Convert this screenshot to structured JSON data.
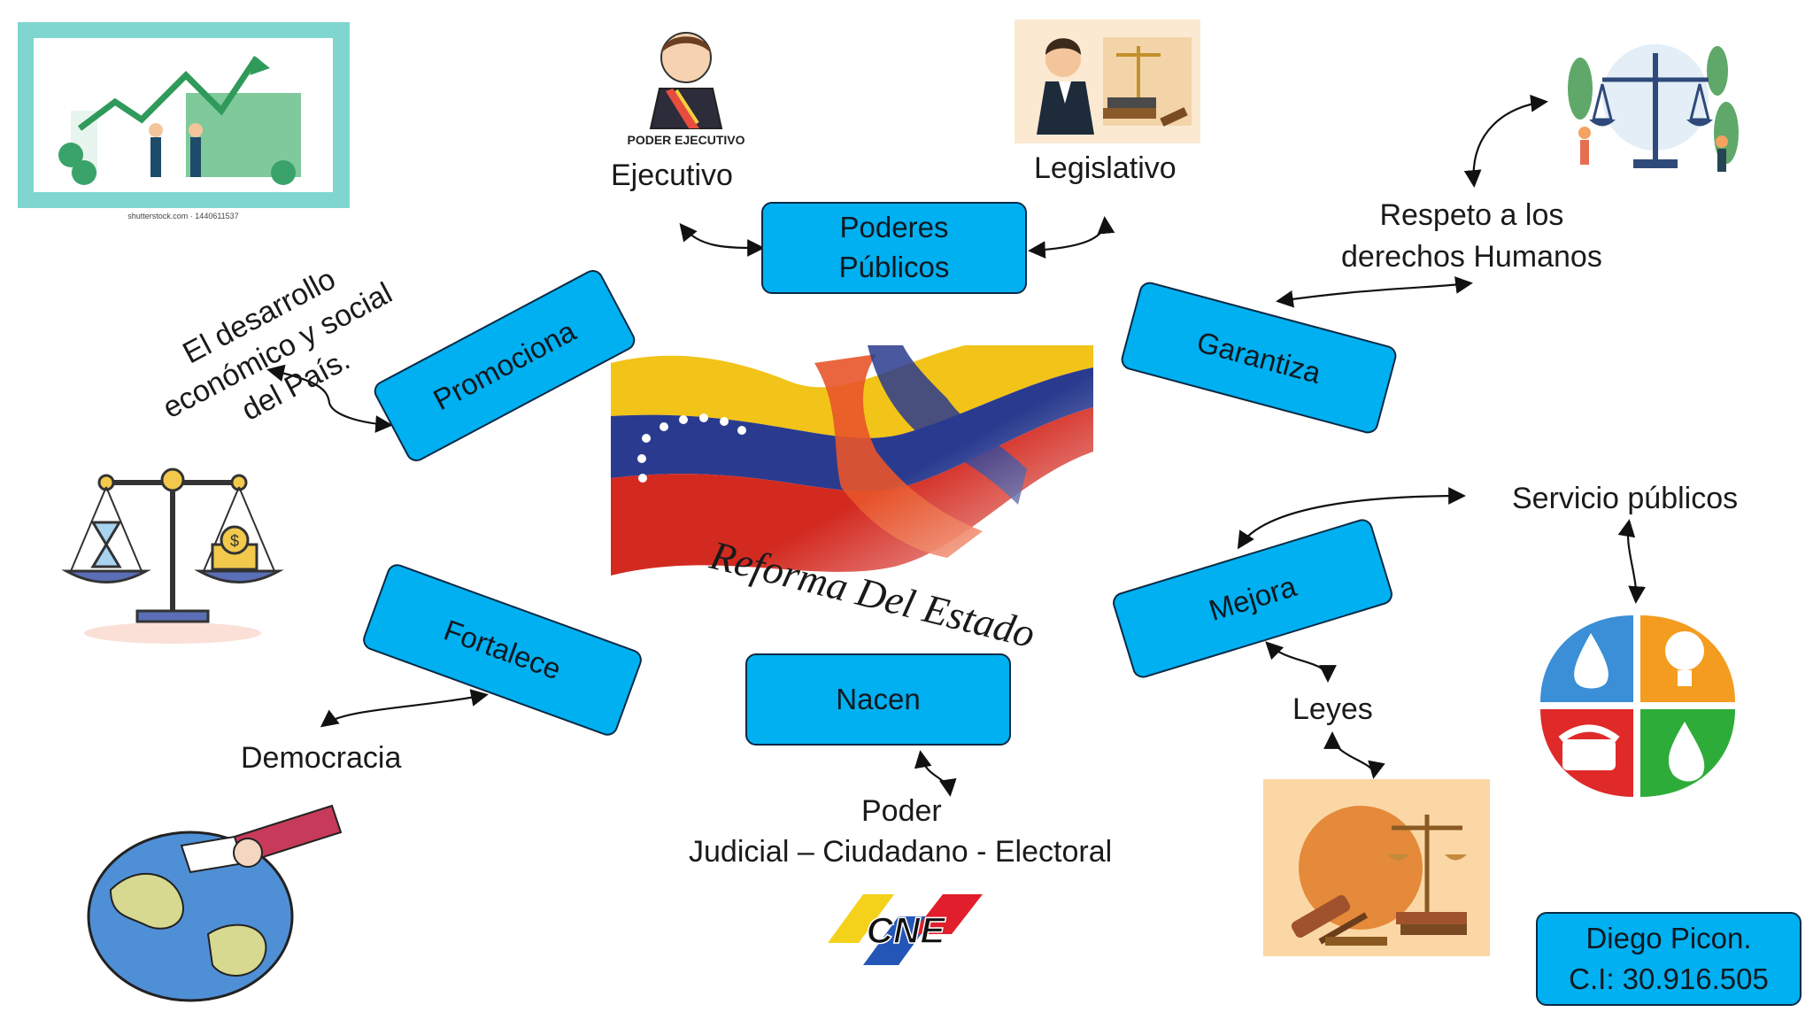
{
  "center": {
    "title": "Reforma Del Estado"
  },
  "nodes": {
    "poderes_publicos": "Poderes\nPúblicos",
    "promociona": "Promociona",
    "garantiza": "Garantiza",
    "fortalece": "Fortalece",
    "nacen": "Nacen",
    "mejora": "Mejora"
  },
  "labels": {
    "ejecutivo": "Ejecutivo",
    "legislativo": "Legislativo",
    "desarrollo": "El desarrollo\neconómico y social\ndel País.",
    "derechos": "Respeto a los\nderechos Humanos",
    "servicios": "Servicio públicos",
    "democracia": "Democracia",
    "poder_title": "Poder",
    "poder_list": "Judicial – Ciudadano - Electoral",
    "leyes": "Leyes"
  },
  "image_text": {
    "poder_ejecutivo": "PODER EJECUTIVO",
    "shutterstock": "shutterstock.com · 1440611537",
    "cne": "CNE"
  },
  "author": {
    "name": "Diego Picon.",
    "ci": "C.I: 30.916.505"
  },
  "colors": {
    "box_fill": "#00b0f0",
    "box_border": "#0a2a45"
  }
}
